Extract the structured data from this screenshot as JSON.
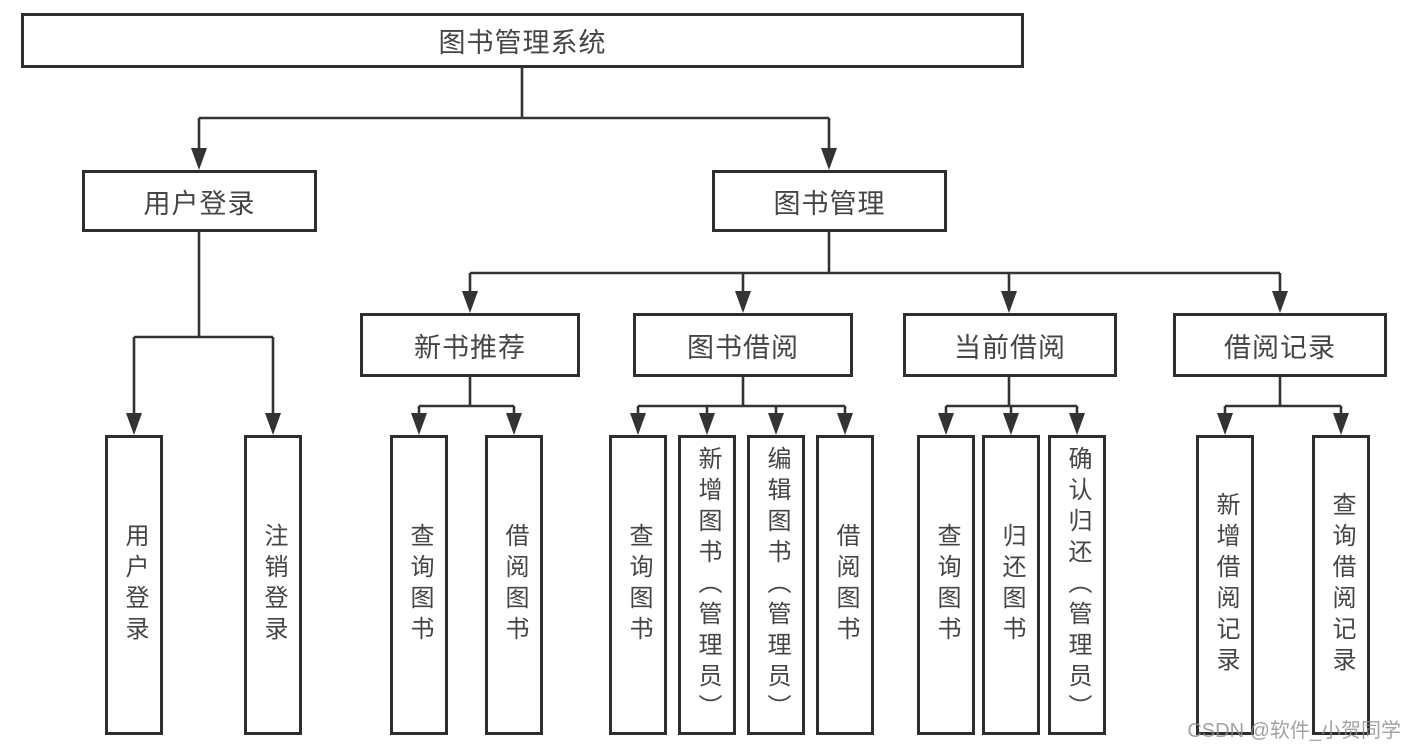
{
  "diagram_title": "图书管理系统",
  "colors": {
    "line": "#333333",
    "box_border": "#2e2e2e",
    "text": "#454545",
    "background": "#ffffff",
    "watermark": "#8c8c8c"
  },
  "watermark": {
    "text": "CSDN @软件_小贺同学"
  },
  "tree": {
    "label": "图书管理系统",
    "children": [
      {
        "label": "用户登录",
        "children": [
          {
            "label": "用户登录"
          },
          {
            "label": "注销登录"
          }
        ]
      },
      {
        "label": "图书管理",
        "children": [
          {
            "label": "新书推荐",
            "children": [
              {
                "label": "查询图书"
              },
              {
                "label": "借阅图书"
              }
            ]
          },
          {
            "label": "图书借阅",
            "children": [
              {
                "label": "查询图书"
              },
              {
                "label": "新增图书（管理员）"
              },
              {
                "label": "编辑图书（管理员）"
              },
              {
                "label": "借阅图书"
              }
            ]
          },
          {
            "label": "当前借阅",
            "children": [
              {
                "label": "查询图书"
              },
              {
                "label": "归还图书"
              },
              {
                "label": "确认归还（管理员）"
              }
            ]
          },
          {
            "label": "借阅记录",
            "children": [
              {
                "label": "新增借阅记录"
              },
              {
                "label": "查询借阅记录"
              }
            ]
          }
        ]
      }
    ]
  }
}
